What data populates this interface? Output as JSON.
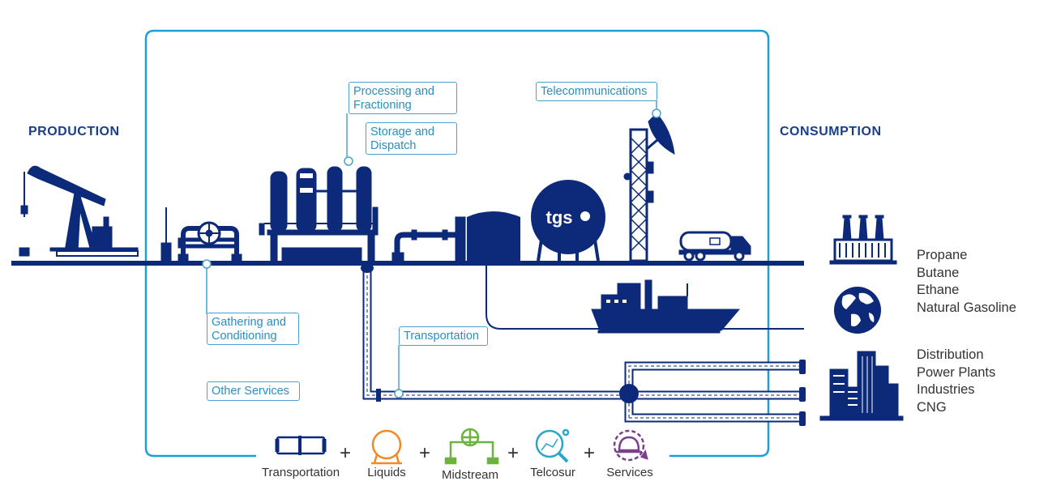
{
  "headings": {
    "production": "PRODUCTION",
    "consumption": "CONSUMPTION"
  },
  "callouts": {
    "processing": [
      "Processing and",
      "Fractioning"
    ],
    "storage": [
      "Storage and",
      "Dispatch"
    ],
    "telecom": [
      "Telecommunications"
    ],
    "gathering": [
      "Gathering and",
      "Conditioning"
    ],
    "transportation": [
      "Transportation"
    ],
    "other": [
      "Other Services"
    ]
  },
  "tank_logo": "tgs",
  "consumption_lists": {
    "liquids": [
      "Propane",
      "Butane",
      "Ethane",
      "Natural Gasoline"
    ],
    "gas": [
      "Distribution",
      "Power Plants",
      "Industries",
      "CNG"
    ]
  },
  "legend": {
    "items": [
      {
        "label": "Transportation",
        "icon": "pipe-icon",
        "color": "#0d2a7a"
      },
      {
        "label": "Liquids",
        "icon": "sphere-tank-icon",
        "color": "#f08a24"
      },
      {
        "label": "Midstream",
        "icon": "valve-icon",
        "color": "#6cb33f"
      },
      {
        "label": "Telcosur",
        "icon": "magnifier-network-icon",
        "color": "#2aa6c8"
      },
      {
        "label": "Services",
        "icon": "helmet-gear-icon",
        "color": "#7b3f8c"
      }
    ],
    "separator": "+"
  },
  "colors": {
    "navy": "#0d2a7a",
    "heading": "#1a3f8a",
    "frame": "#1c9fd6",
    "callout_text": "#2a8fc0"
  }
}
